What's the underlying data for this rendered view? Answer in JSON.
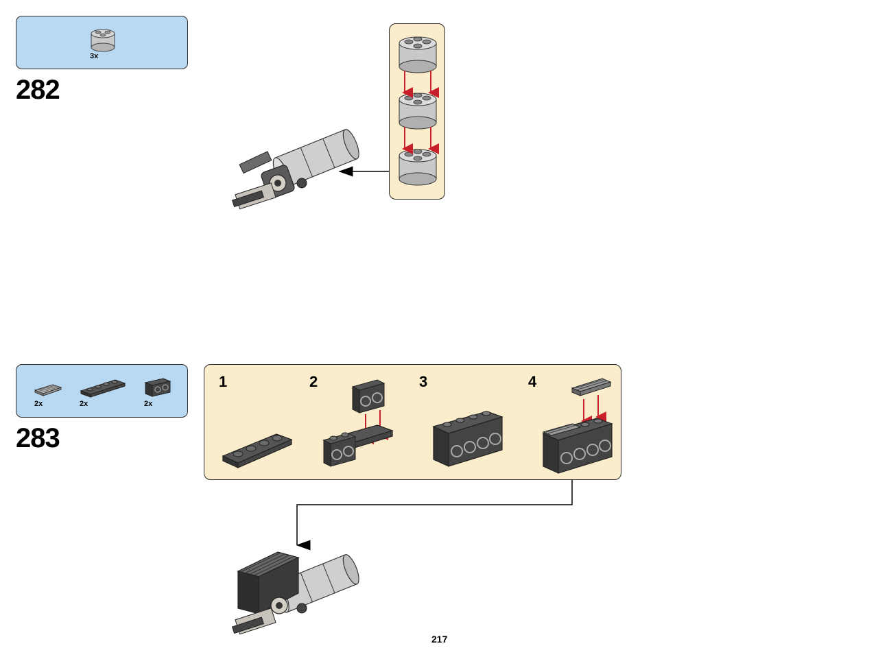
{
  "page": {
    "number": "217"
  },
  "steps": [
    {
      "number": "282",
      "parts": [
        {
          "qty": "3x",
          "icon": "round-brick-2x2-light-gray-icon"
        }
      ],
      "callout": {
        "icon": "stack-of-three-round-bricks-icon"
      },
      "result_icon": "assembly-step-282-icon"
    },
    {
      "number": "283",
      "parts": [
        {
          "qty": "2x",
          "icon": "tile-grille-1x2-icon"
        },
        {
          "qty": "2x",
          "icon": "plate-1x4-dark-gray-icon"
        },
        {
          "qty": "2x",
          "icon": "technic-brick-1x2-holes-icon"
        }
      ],
      "substeps": [
        {
          "number": "1",
          "icon": "plate-1x4-icon"
        },
        {
          "number": "2",
          "icon": "technic-bricks-onto-plate-icon"
        },
        {
          "number": "3",
          "icon": "technic-brick-row-icon"
        },
        {
          "number": "4",
          "icon": "grille-tiles-onto-bricks-icon"
        }
      ],
      "result_icon": "assembly-step-283-icon"
    }
  ],
  "colors": {
    "parts_box": "#b9d9f3",
    "callout_box": "#fbeccb",
    "arrow_red": "#c8202a",
    "light_gray": "#c9c9c9",
    "dark_gray": "#3a3a3a"
  }
}
